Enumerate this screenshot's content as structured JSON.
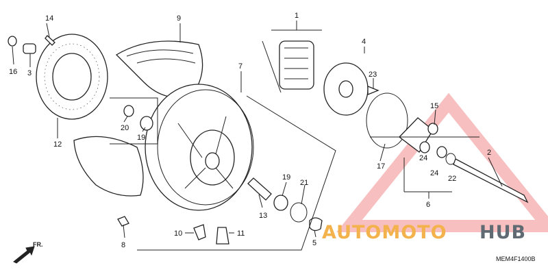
{
  "callouts": [
    {
      "id": "c1",
      "text": "1"
    },
    {
      "id": "c2",
      "text": "2"
    },
    {
      "id": "c3",
      "text": "3"
    },
    {
      "id": "c4",
      "text": "4"
    },
    {
      "id": "c5",
      "text": "5"
    },
    {
      "id": "c6",
      "text": "6"
    },
    {
      "id": "c7",
      "text": "7"
    },
    {
      "id": "c8",
      "text": "8"
    },
    {
      "id": "c9",
      "text": "9"
    },
    {
      "id": "c10",
      "text": "10"
    },
    {
      "id": "c11",
      "text": "11"
    },
    {
      "id": "c12",
      "text": "12"
    },
    {
      "id": "c13",
      "text": "13"
    },
    {
      "id": "c14",
      "text": "14"
    },
    {
      "id": "c15",
      "text": "15"
    },
    {
      "id": "c16",
      "text": "16"
    },
    {
      "id": "c17",
      "text": "17"
    },
    {
      "id": "c19a",
      "text": "19"
    },
    {
      "id": "c19b",
      "text": "19"
    },
    {
      "id": "c20",
      "text": "20"
    },
    {
      "id": "c21",
      "text": "21"
    },
    {
      "id": "c22",
      "text": "22"
    },
    {
      "id": "c23",
      "text": "23"
    },
    {
      "id": "c24a",
      "text": "24"
    },
    {
      "id": "c24b",
      "text": "24"
    }
  ],
  "watermark": {
    "part1": "AUTOMOTO",
    "part2": "HUB",
    "color_accent": "#f3b24c",
    "color_dark": "#5f6a73",
    "triangle_color": "#f5a0a0"
  },
  "direction_label": "FR.",
  "diagram_code": "MEM4F1400B"
}
